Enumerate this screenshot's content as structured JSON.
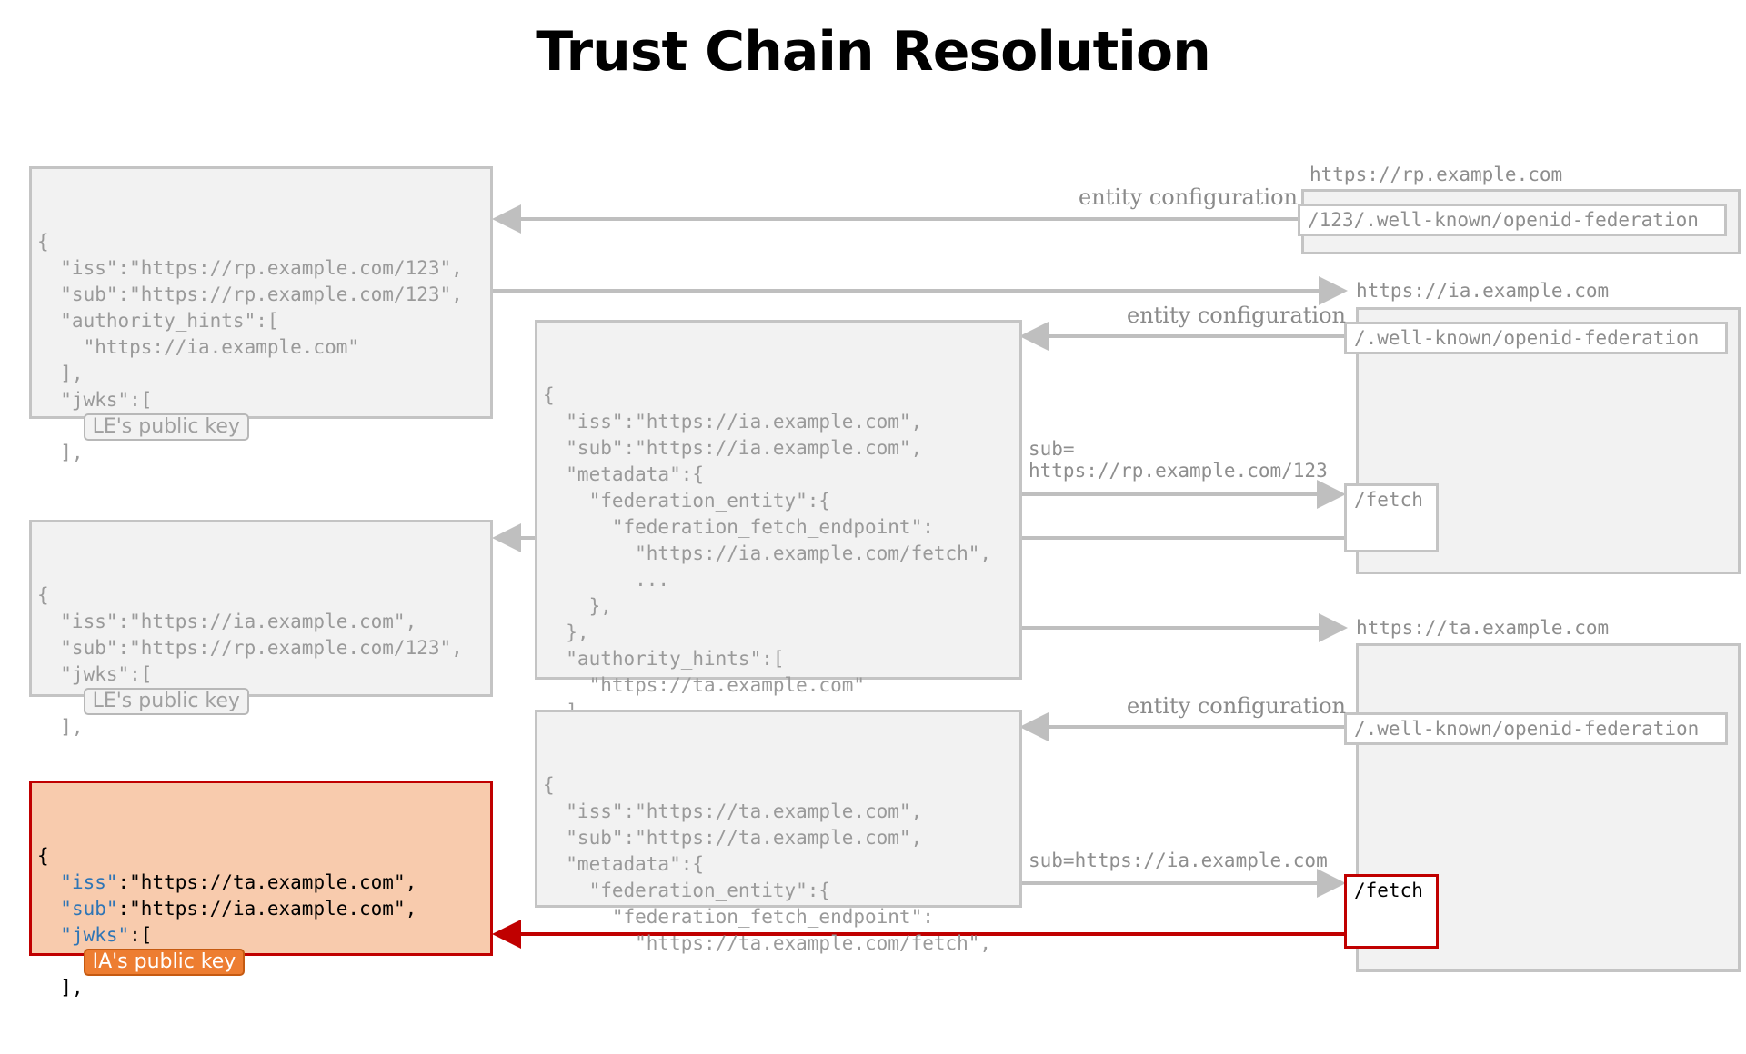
{
  "title": "Trust Chain Resolution",
  "colors": {
    "box_fill": "#f2f2f2",
    "box_border": "#c4c4c4",
    "arrow_grey": "#bfbfbf",
    "highlight_fill": "#f8cbad",
    "highlight_border": "#c00000",
    "key_badge": "#ed7d31",
    "json_key": "#2e75b6"
  },
  "statements": {
    "rp_config": {
      "lines": [
        "{",
        "  \"iss\":\"https://rp.example.com/123\",",
        "  \"sub\":\"https://rp.example.com/123\",",
        "  \"authority_hints\":[",
        "    \"https://ia.example.com\"",
        "  ],",
        "  \"jwks\":[",
        "",
        "  ],"
      ],
      "key_badge": "LE's public key"
    },
    "ia_about_rp": {
      "lines": [
        "{",
        "  \"iss\":\"https://ia.example.com\",",
        "  \"sub\":\"https://rp.example.com/123\",",
        "  \"jwks\":[",
        "",
        "  ],"
      ],
      "key_badge": "LE's public key"
    },
    "ta_about_ia": {
      "open": "{",
      "iss_key": "\"iss\"",
      "iss_val": ":\"https://ta.example.com\",",
      "sub_key": "\"sub\"",
      "sub_val": ":\"https://ia.example.com\",",
      "jwks_key": "\"jwks\"",
      "jwks_val": ":[",
      "close": "  ],",
      "key_badge": "IA's public key"
    },
    "ia_config": {
      "lines": [
        "{",
        "  \"iss\":\"https://ia.example.com\",",
        "  \"sub\":\"https://ia.example.com\",",
        "  \"metadata\":{",
        "    \"federation_entity\":{",
        "      \"federation_fetch_endpoint\":",
        "        \"https://ia.example.com/fetch\",",
        "        ...",
        "    },",
        "  },",
        "  \"authority_hints\":[",
        "    \"https://ta.example.com\"",
        "  ],"
      ]
    },
    "ta_config": {
      "lines": [
        "{",
        "  \"iss\":\"https://ta.example.com\",",
        "  \"sub\":\"https://ta.example.com\",",
        "  \"metadata\":{",
        "    \"federation_entity\":{",
        "      \"federation_fetch_endpoint\":",
        "        \"https://ta.example.com/fetch\","
      ]
    }
  },
  "servers": {
    "rp": {
      "host": "https://rp.example.com",
      "endpoint": "/123/.well-known/openid-federation",
      "label": "entity configuration"
    },
    "ia": {
      "host": "https://ia.example.com",
      "endpoint": "/.well-known/openid-federation",
      "label": "entity configuration",
      "fetch": "/fetch",
      "fetch_param_line1": "sub=",
      "fetch_param_line2": "https://rp.example.com/123"
    },
    "ta": {
      "host": "https://ta.example.com",
      "endpoint": "/.well-known/openid-federation",
      "label": "entity configuration",
      "fetch": "/fetch",
      "fetch_param": "sub=https://ia.example.com"
    }
  }
}
